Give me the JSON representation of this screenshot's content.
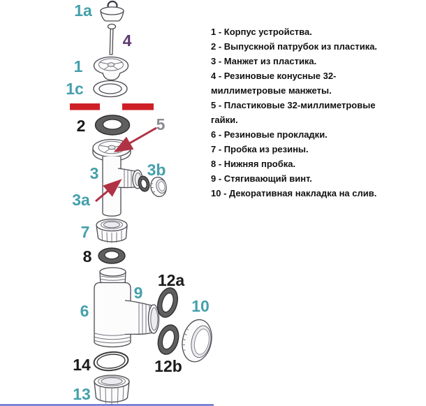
{
  "colors": {
    "label_teal": "#45a0ab",
    "label_black": "#1a1a1a",
    "label_purple": "#5c3a70",
    "label_gray": "#8b8b93",
    "sink_bar_red": "#cf1f26",
    "arrow_red": "#b03245",
    "gasket_dark_gray": "#5f5f5f",
    "bottom_line_blue": "#4353c6",
    "part_fill_white": "#fcfcfd"
  },
  "diagram": {
    "labels": {
      "n1a": "1a",
      "n4": "4",
      "n1": "1",
      "n1c": "1c",
      "n2": "2",
      "n5": "5",
      "n3": "3",
      "n3b": "3b",
      "n3a": "3a",
      "n7": "7",
      "n8": "8",
      "n9": "9",
      "n6": "6",
      "n12a": "12a",
      "n10": "10",
      "n12b": "12b",
      "n14": "14",
      "n13": "13"
    }
  },
  "legend": {
    "lines": [
      "1 - Корпус устройства.",
      "2 - Выпускной патрубок из пластика.",
      "3 - Манжет из пластика.",
      "4 - Резиновые конусные 32-",
      "миллиметровые манжеты.",
      "5 - Пластиковые 32-миллиметровые",
      "гайки.",
      "6 - Резиновые прокладки.",
      "7 - Пробка из резины.",
      "8 - Нижняя пробка.",
      "9 - Стягивающий винт.",
      "10 - Декоративная накладка на слив."
    ]
  }
}
